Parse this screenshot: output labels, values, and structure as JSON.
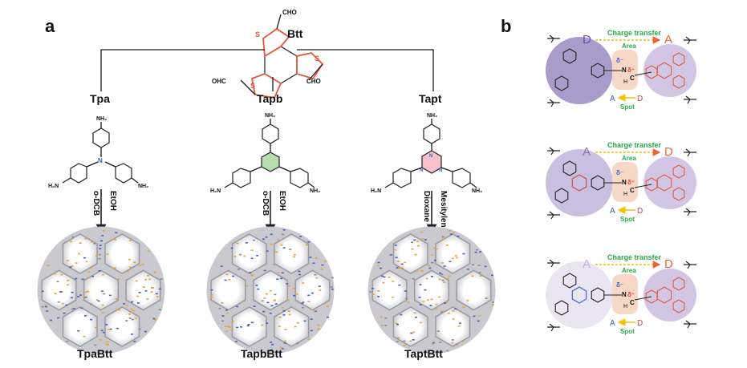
{
  "panels": {
    "a": {
      "letter": "a",
      "center_monomer": {
        "name": "Btt",
        "groups": [
          "CHO",
          "OHC",
          "CHO"
        ],
        "hetero": "S"
      },
      "columns": [
        {
          "name": "Tpa",
          "solvent_left": "o-DCB",
          "solvent_right": "EtOH",
          "product": "TpaBtt",
          "core": "N",
          "core_color": "#3b5fc0"
        },
        {
          "name": "Tapb",
          "solvent_left": "o-DCB",
          "solvent_right": "EtOH",
          "product": "TapbBtt",
          "core": "benzene",
          "core_color": "#8fc98a"
        },
        {
          "name": "Tapt",
          "solvent_left": "Dioxane",
          "solvent_right": "Mesitylene",
          "product": "TaptBtt",
          "core": "triazine",
          "core_color": "#f2a7b4"
        }
      ],
      "amine_label": "NH₂",
      "amine_label_left": "H₂N"
    },
    "b": {
      "letter": "b",
      "rows": [
        {
          "left_role": "D",
          "right_role": "A",
          "left_color": "#6b4fa6",
          "right_color": "#e8663a",
          "donor_circle": "#8d7bb8"
        },
        {
          "left_role": "A",
          "right_role": "D",
          "left_color": "#8b6fb5",
          "right_color": "#e8663a",
          "donor_circle": "#b7a9d6"
        },
        {
          "left_role": "A",
          "right_role": "D",
          "left_color": "#bdb0dc",
          "right_color": "#e8663a",
          "donor_circle": "#e2dcee"
        }
      ],
      "charge_transfer_label": "Charge transfer",
      "area_label": "Area",
      "spot_label": "Spot",
      "spot_left": "A",
      "spot_right": "D",
      "delta_minus": "δ⁻",
      "delta_plus": "δ⁺",
      "n_label": "N",
      "c_label": "C",
      "h_label": "H",
      "colors": {
        "arrow_green": "#2aa84a",
        "arrow_yellow": "#f2c200",
        "spot_green": "#2aa84a",
        "a_blue": "#3b5fc0",
        "d_red": "#e0463a",
        "bridge": "#f7d8c6"
      }
    }
  }
}
